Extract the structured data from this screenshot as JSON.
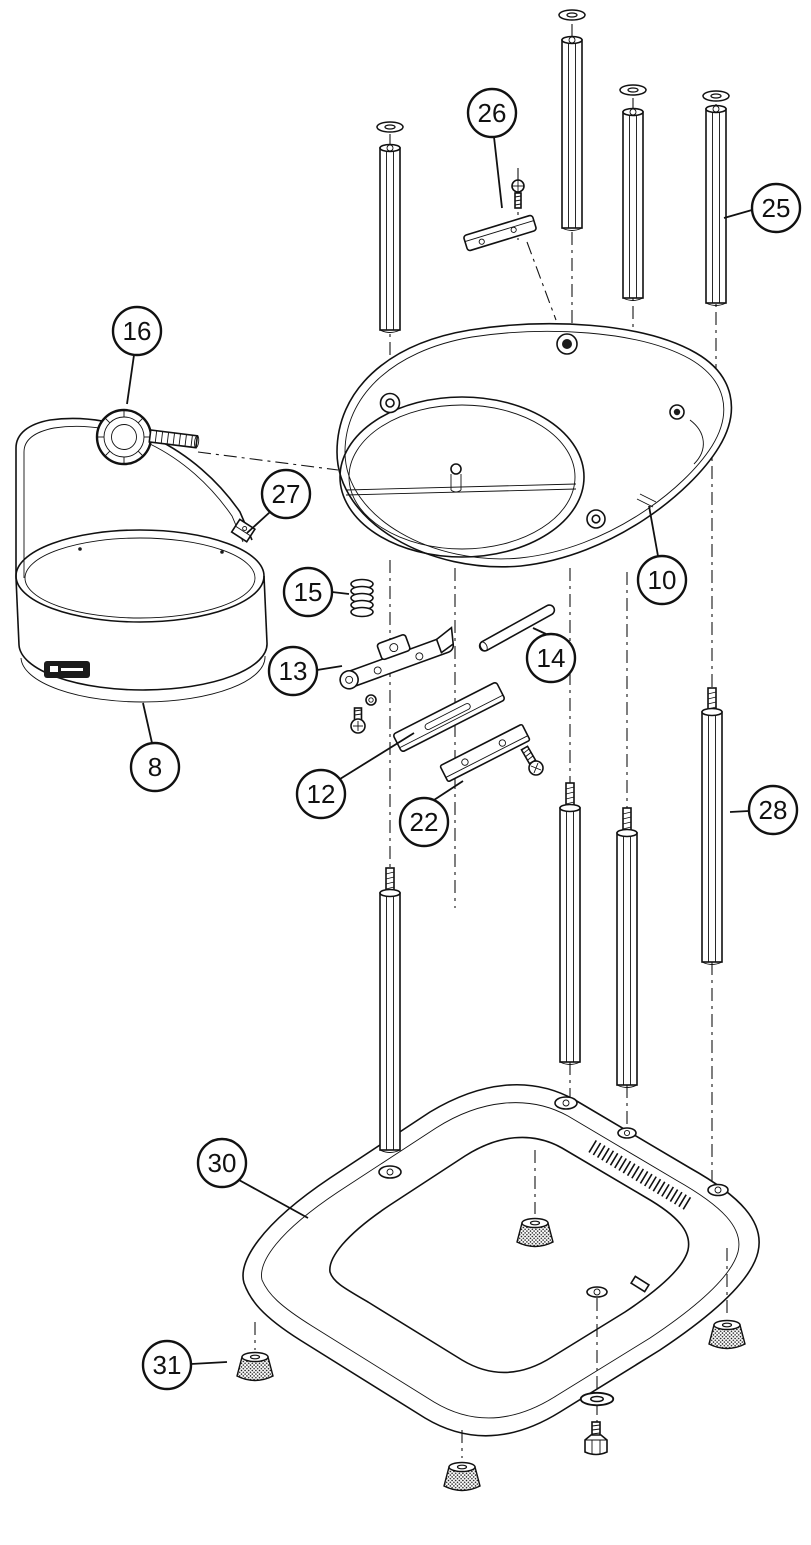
{
  "colors": {
    "background": "#ffffff",
    "line": "#111111"
  },
  "diagram": {
    "type": "exploded-parts-diagram",
    "callouts": [
      {
        "label": "16"
      },
      {
        "label": "26"
      },
      {
        "label": "25"
      },
      {
        "label": "27"
      },
      {
        "label": "10"
      },
      {
        "label": "15"
      },
      {
        "label": "13"
      },
      {
        "label": "14"
      },
      {
        "label": "8"
      },
      {
        "label": "12"
      },
      {
        "label": "22"
      },
      {
        "label": "28"
      },
      {
        "label": "30"
      },
      {
        "label": "31"
      }
    ]
  }
}
